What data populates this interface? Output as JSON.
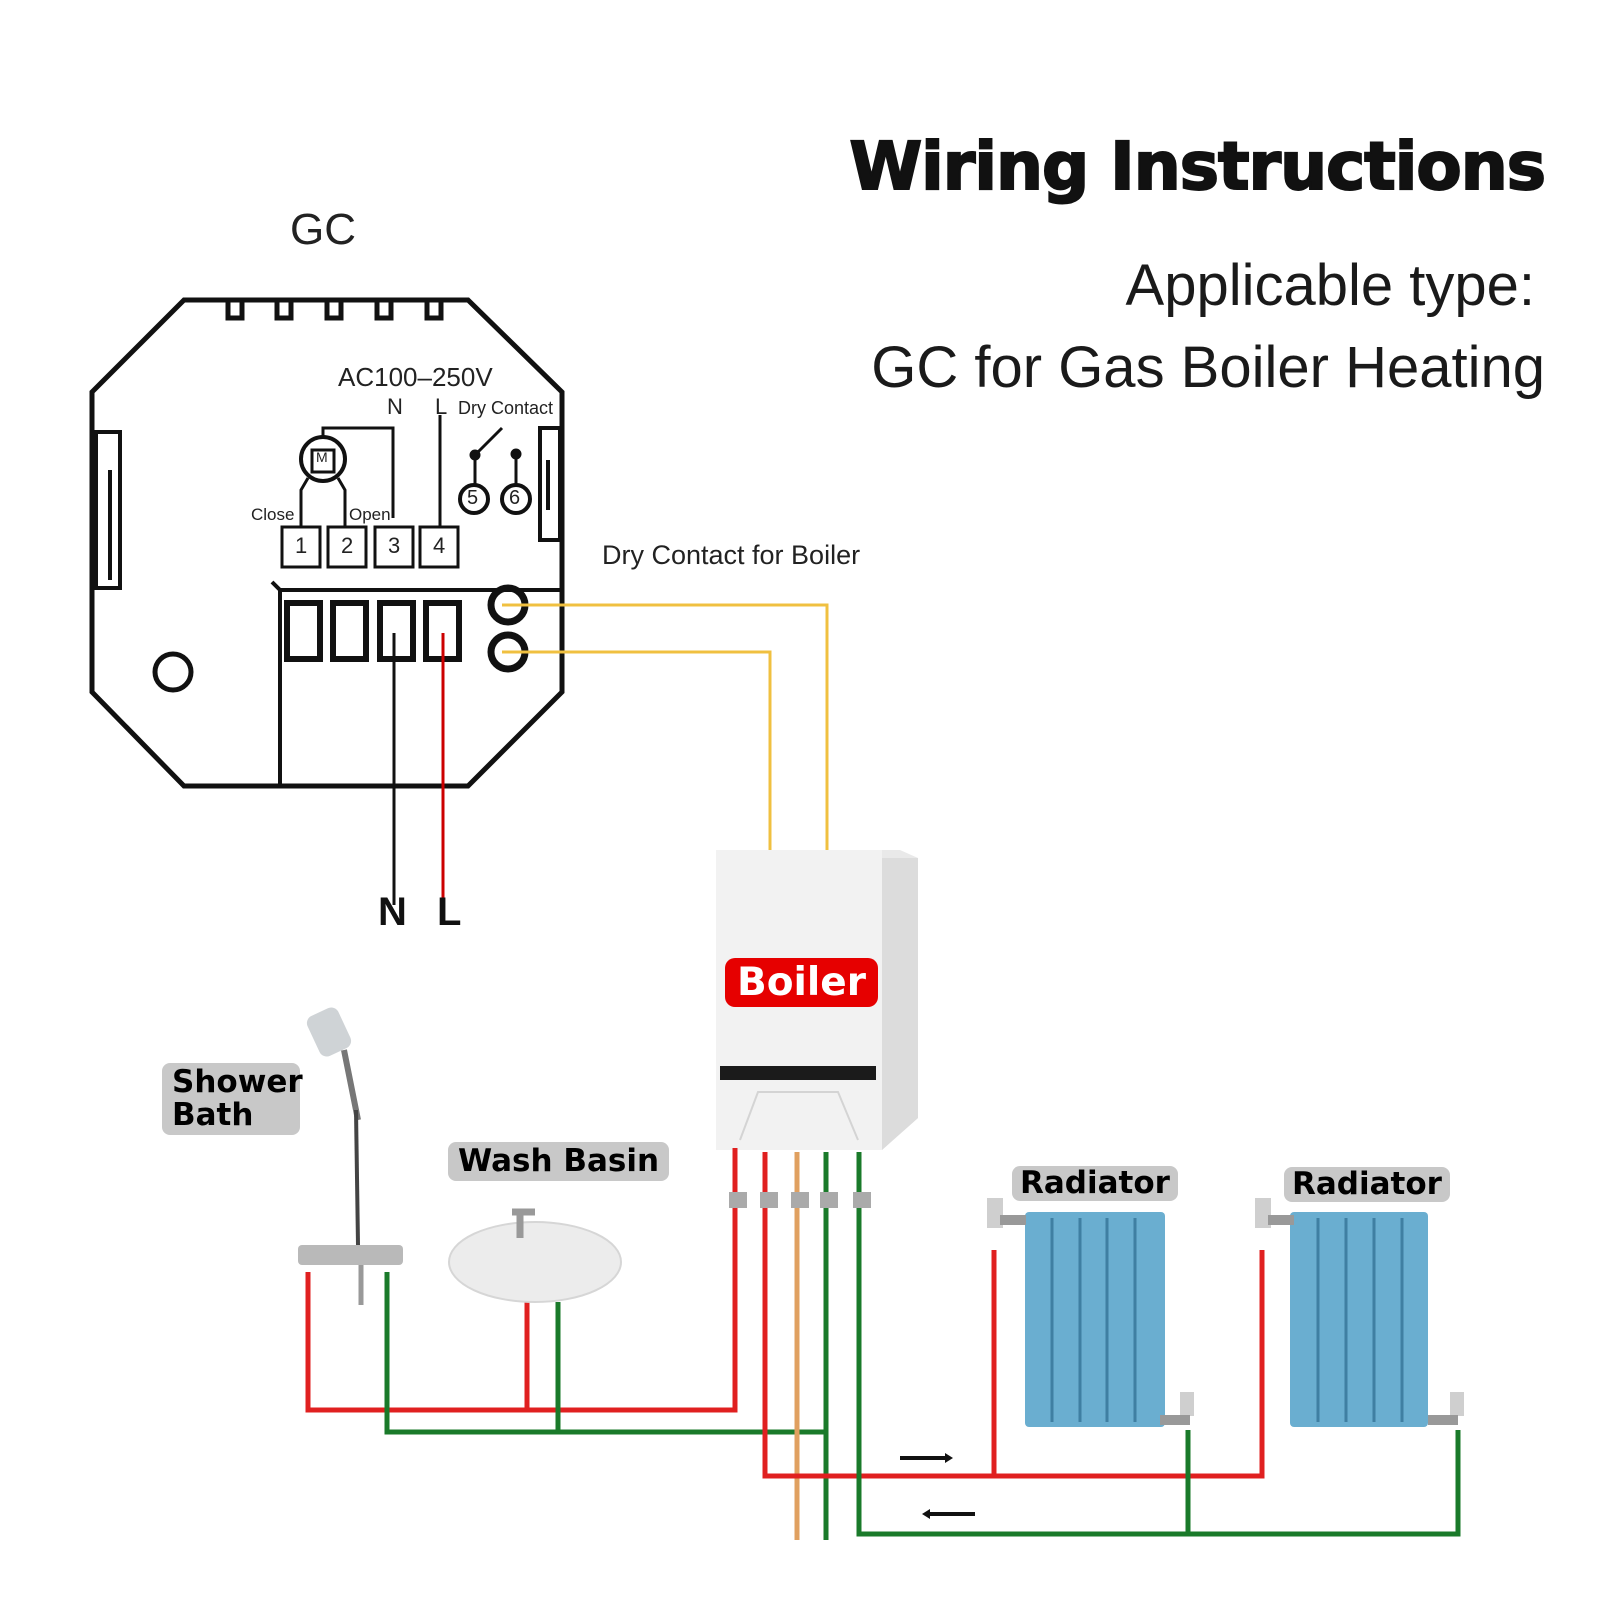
{
  "header": {
    "title": "Wiring Instructions",
    "subtitle_line1": "Applicable type:",
    "subtitle_line2": "GC for Gas Boiler Heating"
  },
  "thermostat": {
    "model_label": "GC",
    "voltage_label": "AC100–250V",
    "neutral_label": "N",
    "live_label": "L",
    "dry_contact_label": "Dry Contact",
    "motor_label": "M",
    "close_label": "Close",
    "open_label": "Open",
    "terminals": [
      "1",
      "2",
      "3",
      "4"
    ],
    "dry_contact_terminals": [
      "5",
      "6"
    ]
  },
  "wiring": {
    "dry_contact_boiler_label": "Dry Contact for Boiler",
    "power_neutral_label": "N",
    "power_live_label": "L",
    "colors": {
      "neutral_wire": "#111111",
      "live_wire": "#cc0000",
      "dry_contact_wire": "#f0c040"
    }
  },
  "plumbing": {
    "boiler_label": "Boiler",
    "shower_label_line1": "Shower",
    "shower_label_line2": "Bath",
    "wash_basin_label": "Wash Basin",
    "radiator_labels": [
      "Radiator",
      "Radiator"
    ],
    "colors": {
      "hot_pipe": "#e02020",
      "return_pipe": "#1a7a2a",
      "gas_pipe": "#e0a060",
      "radiator": "#6aaed0",
      "boiler_badge": "#e60000",
      "label_bg": "#c8c8c8"
    }
  }
}
